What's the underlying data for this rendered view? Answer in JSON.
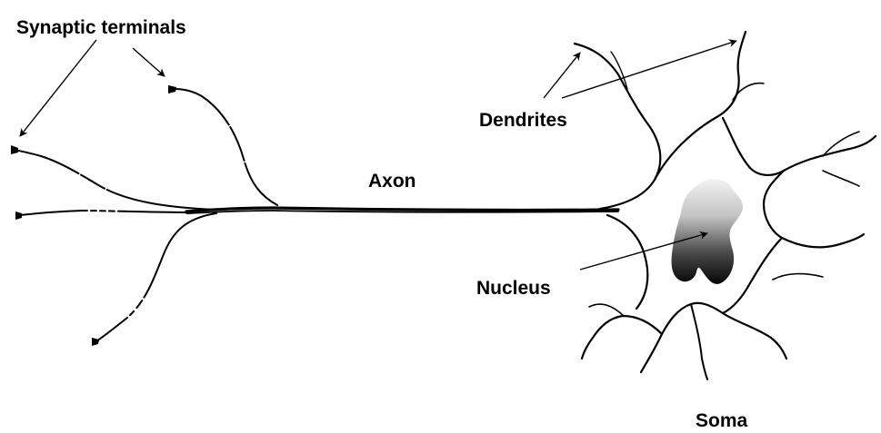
{
  "labels": {
    "synaptic_terminals": "Synaptic terminals",
    "axon": "Axon",
    "dendrites": "Dendrites",
    "nucleus": "Nucleus",
    "soma": "Soma"
  },
  "colors": {
    "ink": "#000000",
    "background": "#ffffff",
    "nucleus_light": "#ededed",
    "nucleus_dark": "#0a0a0a"
  }
}
